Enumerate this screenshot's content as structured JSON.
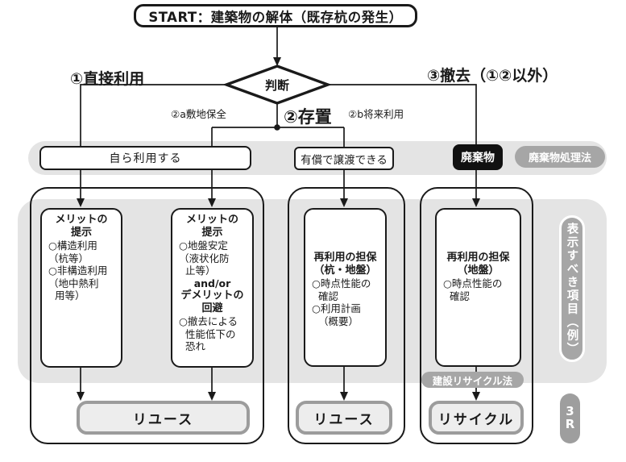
{
  "start": {
    "label": "START：建築物の解体（既存杭の発生）"
  },
  "decision": {
    "label": "判断"
  },
  "branches": {
    "direct_use": "①直接利用",
    "sonchi": "②存置",
    "site_preserve": "②a敷地保全",
    "future_use": "②b将来利用",
    "removal": "③撤去（①②以外）"
  },
  "band1": {
    "self_use": "自ら利用する",
    "paid_transfer": "有償で譲渡できる",
    "waste": "廃棄物",
    "waste_law": "廃棄物処理法"
  },
  "columns": [
    {
      "header": "メリットの\n提示",
      "body": "○構造利用\n（杭等）\n○非構造利用\n（地中熱利\n  用等）"
    },
    {
      "header": "メリットの\n提示",
      "body": "○地盤安定\n（液状化防\n  止等）",
      "mid": "and/or",
      "header2": "デメリットの\n回避",
      "body2": "○撤去による\n  性能低下の\n  恐れ"
    },
    {
      "header": "再利用の担保\n（杭・地盤）",
      "body": "○時点性能の\n  確認\n○利用計画\n  （概要）"
    },
    {
      "header": "再利用の担保\n（地盤）",
      "body": "○時点性能の\n  確認"
    }
  ],
  "outcomes": {
    "reuse1": "リユース",
    "reuse2": "リユース",
    "recycle": "リサイクル"
  },
  "recycle_law": "建設リサイクル法",
  "side_label": "表示すべき項目（例）",
  "badge_3r": "3\nR",
  "colors": {
    "ink": "#1a1a1a",
    "band_gray": "#e4e4e4",
    "pill_gray": "#a6a6a6",
    "outcome_fill": "#ededed",
    "outcome_border": "#9c9c9c",
    "waste_bg": "#111111"
  }
}
